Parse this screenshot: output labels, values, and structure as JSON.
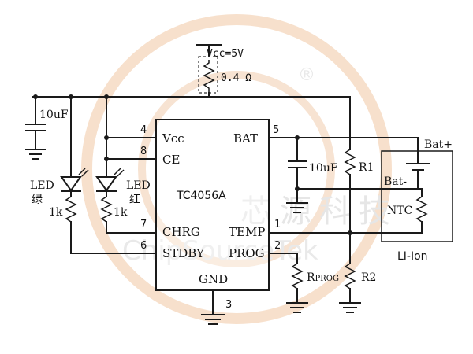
{
  "watermark": {
    "text_en": "ChipSourceTek",
    "text_cn": "芯源科技",
    "registered": "®",
    "ring_color": "#f6dcc8",
    "text_color": "#e8e8e8"
  },
  "supply": {
    "label": "Vcc=5V",
    "sense_resistor": "0.4 Ω"
  },
  "cap_in": {
    "label": "10uF"
  },
  "cap_bat": {
    "label": "10uF"
  },
  "ic": {
    "name": "TC4056A",
    "pins": {
      "vcc": {
        "label": "Vcc",
        "num": "4"
      },
      "ce": {
        "label": "CE",
        "num": "8"
      },
      "chrg": {
        "label": "CHRG",
        "num": "7"
      },
      "stdby": {
        "label": "STDBY",
        "num": "6"
      },
      "bat": {
        "label": "BAT",
        "num": "5"
      },
      "temp": {
        "label": "TEMP",
        "num": "1"
      },
      "prog": {
        "label": "PROG",
        "num": "2"
      },
      "gnd": {
        "label": "GND",
        "num": "3"
      }
    }
  },
  "led_green": {
    "label": "LED",
    "color_label": "绿",
    "resistor": "1k"
  },
  "led_red": {
    "label": "LED",
    "color_label": "红",
    "resistor": "1k"
  },
  "r1": {
    "label": "R1"
  },
  "r2": {
    "label": "R2"
  },
  "rprog": {
    "label_main": "R",
    "label_sub": "PROG"
  },
  "battery": {
    "pos": "Bat+",
    "neg": "Bat-",
    "ntc": "NTC",
    "type": "LI-Ion"
  }
}
